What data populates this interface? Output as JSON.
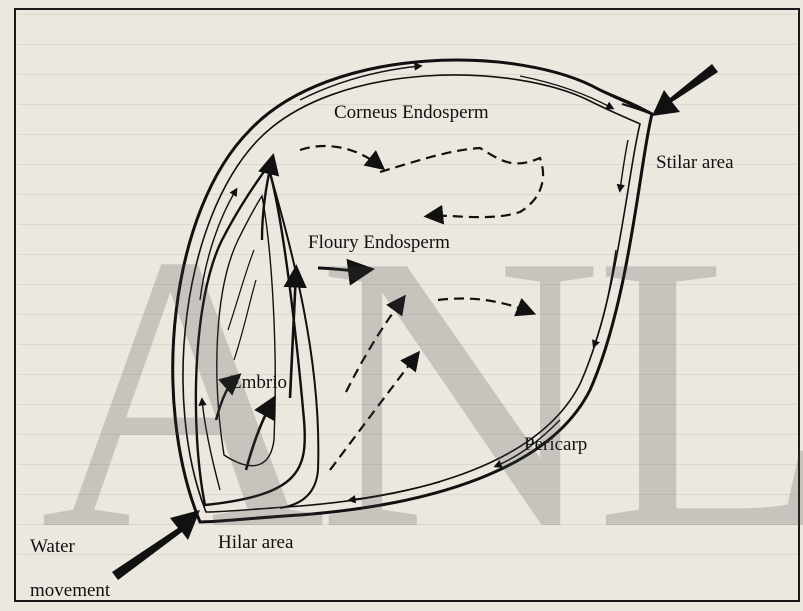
{
  "labels": {
    "corneus": "Corneus Endosperm",
    "stilar": "Stilar area",
    "floury": "Floury Endosperm",
    "embrio": "Embrio",
    "pericarp": "Pericarp",
    "water": "Water",
    "movement": "movement",
    "hilar": "Hilar area"
  },
  "watermark": "ANL",
  "colors": {
    "ink": "#111111",
    "paper": "#ece8e0"
  },
  "icons": [
    "water-arrow-icon",
    "stilar-arrow-icon"
  ]
}
